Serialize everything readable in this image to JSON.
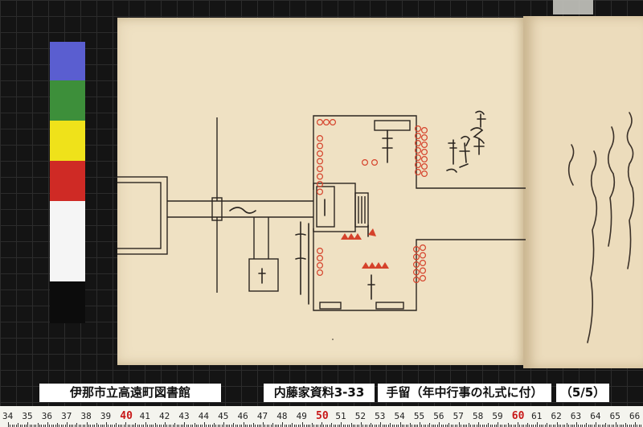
{
  "library_label": "伊那市立高遠町図書館",
  "collection_label": "内藤家資料3-33",
  "document_title": "手留（年中行事の礼式に付）",
  "page_indicator": "（5/5）",
  "color_chart": [
    "#5a5ed0",
    "#3d8f3a",
    "#efe21a",
    "#cf2a25",
    "#f5f5f5",
    "#0c0c0c"
  ],
  "ruler": {
    "start": 34,
    "end": 66,
    "highlight": [
      40,
      50,
      60
    ],
    "highlight_color": "#c81818"
  },
  "paper_color": "#efe1c3",
  "ink_color": "#2b2520",
  "seal_color": "#d5422b"
}
